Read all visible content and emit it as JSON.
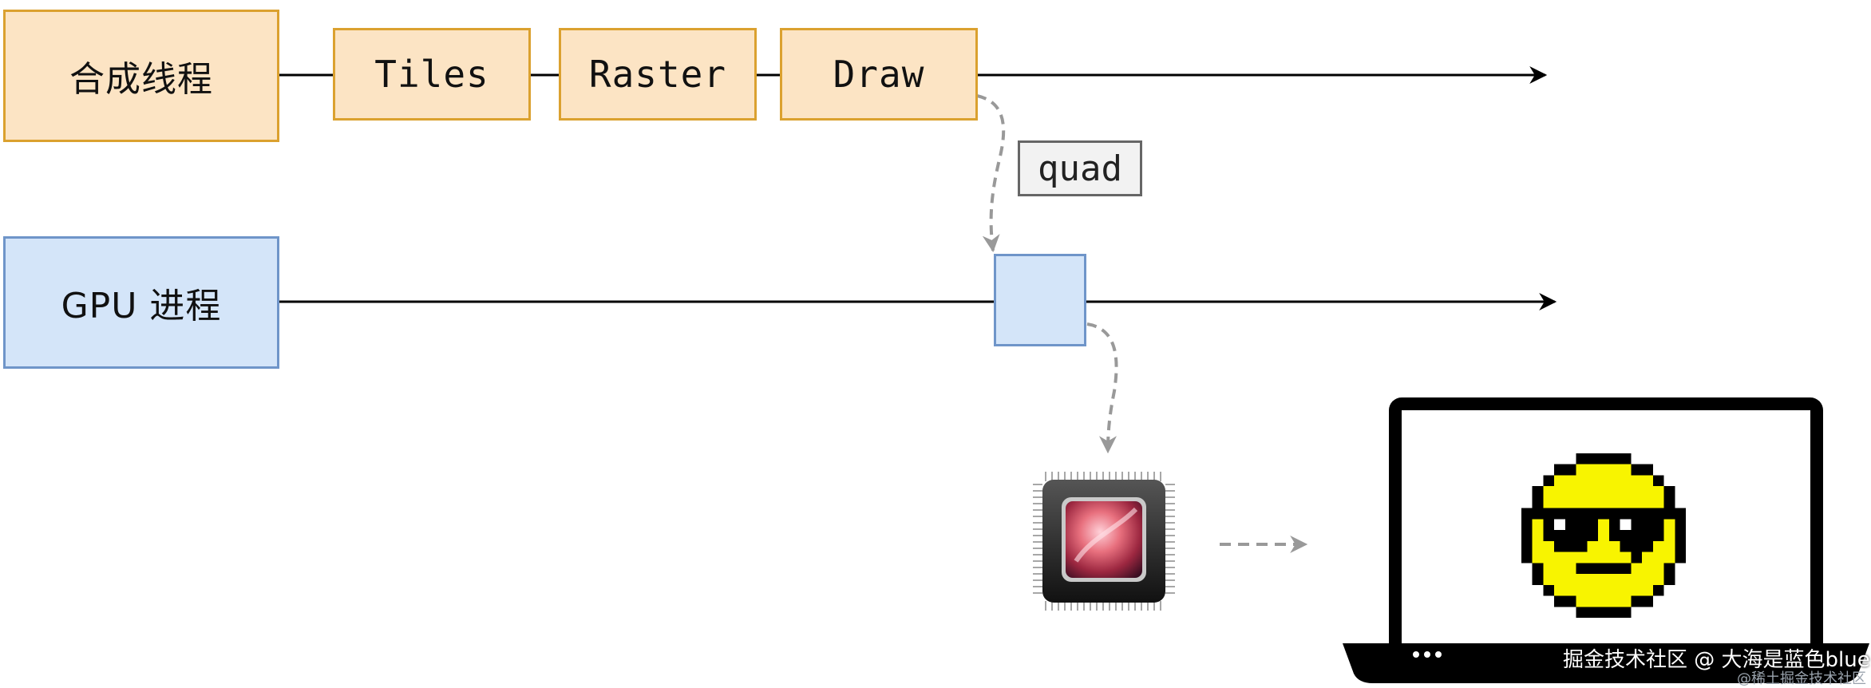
{
  "lanes": {
    "compositor": {
      "label": "合成线程"
    },
    "gpu": {
      "label": "GPU 进程"
    }
  },
  "stages": [
    "Tiles",
    "Raster",
    "Draw"
  ],
  "quad_label": "quad",
  "icons": {
    "chip": "gpu-chip-icon",
    "laptop": "laptop-icon",
    "emoji": "sunglasses-emoji-icon"
  },
  "watermark": {
    "main": "掘金技术社区 @ 大海是蓝色blue",
    "sub": "@稀土掘金技术社区"
  },
  "colors": {
    "orange_fill": "#fce4c4",
    "orange_border": "#dba12f",
    "blue_fill": "#d4e5f9",
    "blue_border": "#6f95c9",
    "dashed_arrow": "#999999",
    "emoji_yellow": "#f8f400"
  }
}
